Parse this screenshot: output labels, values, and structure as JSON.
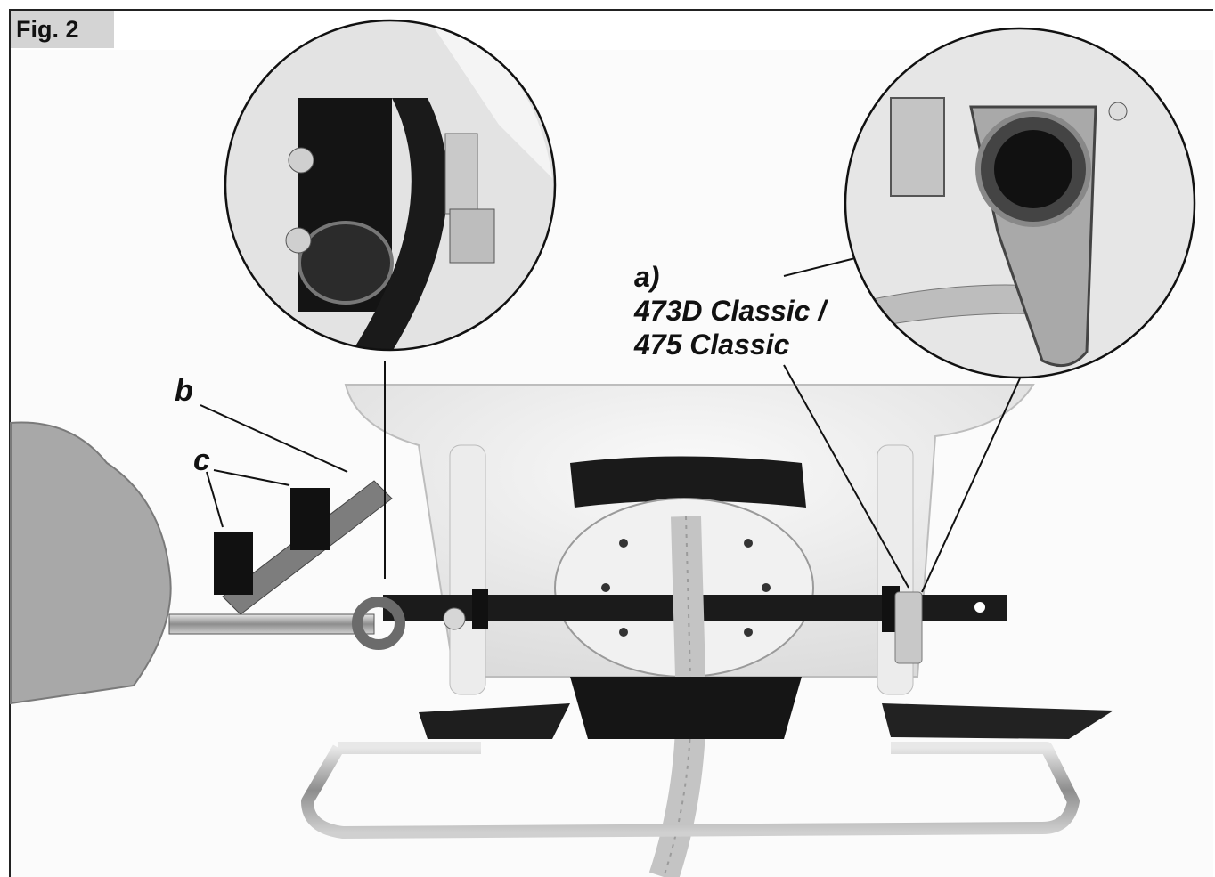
{
  "figure": {
    "label": "Fig. 2"
  },
  "callouts": {
    "a_letter": "a)",
    "a_line1": "473D Classic /",
    "a_line2": "475 Classic",
    "b": "b",
    "c": "c"
  },
  "colors": {
    "background": "#ffffff",
    "label_box": "#d4d4d4",
    "ink": "#111111"
  }
}
